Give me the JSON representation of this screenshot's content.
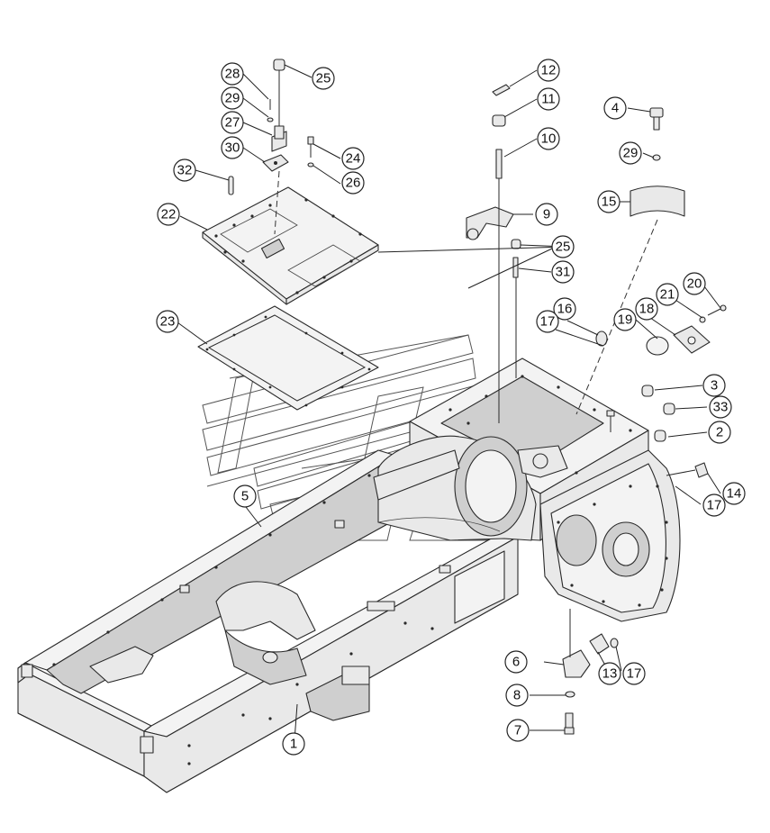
{
  "diagram": {
    "callouts": [
      {
        "id": "c1",
        "label": "1"
      },
      {
        "id": "c2",
        "label": "2"
      },
      {
        "id": "c3",
        "label": "3"
      },
      {
        "id": "c4",
        "label": "4"
      },
      {
        "id": "c5",
        "label": "5"
      },
      {
        "id": "c6",
        "label": "6"
      },
      {
        "id": "c7",
        "label": "7"
      },
      {
        "id": "c8",
        "label": "8"
      },
      {
        "id": "c9",
        "label": "9"
      },
      {
        "id": "c10",
        "label": "10"
      },
      {
        "id": "c11",
        "label": "11"
      },
      {
        "id": "c12",
        "label": "12"
      },
      {
        "id": "c13",
        "label": "13"
      },
      {
        "id": "c14",
        "label": "14"
      },
      {
        "id": "c15",
        "label": "15"
      },
      {
        "id": "c16",
        "label": "16"
      },
      {
        "id": "c17a",
        "label": "17"
      },
      {
        "id": "c17b",
        "label": "17"
      },
      {
        "id": "c17c",
        "label": "17"
      },
      {
        "id": "c18",
        "label": "18"
      },
      {
        "id": "c19",
        "label": "19"
      },
      {
        "id": "c20",
        "label": "20"
      },
      {
        "id": "c21",
        "label": "21"
      },
      {
        "id": "c22",
        "label": "22"
      },
      {
        "id": "c23",
        "label": "23"
      },
      {
        "id": "c24",
        "label": "24"
      },
      {
        "id": "c25a",
        "label": "25"
      },
      {
        "id": "c25b",
        "label": "25"
      },
      {
        "id": "c26",
        "label": "26"
      },
      {
        "id": "c27",
        "label": "27"
      },
      {
        "id": "c28",
        "label": "28"
      },
      {
        "id": "c29a",
        "label": "29"
      },
      {
        "id": "c29b",
        "label": "29"
      },
      {
        "id": "c30",
        "label": "30"
      },
      {
        "id": "c31",
        "label": "31"
      },
      {
        "id": "c32",
        "label": "32"
      },
      {
        "id": "c33",
        "label": "33"
      }
    ]
  }
}
